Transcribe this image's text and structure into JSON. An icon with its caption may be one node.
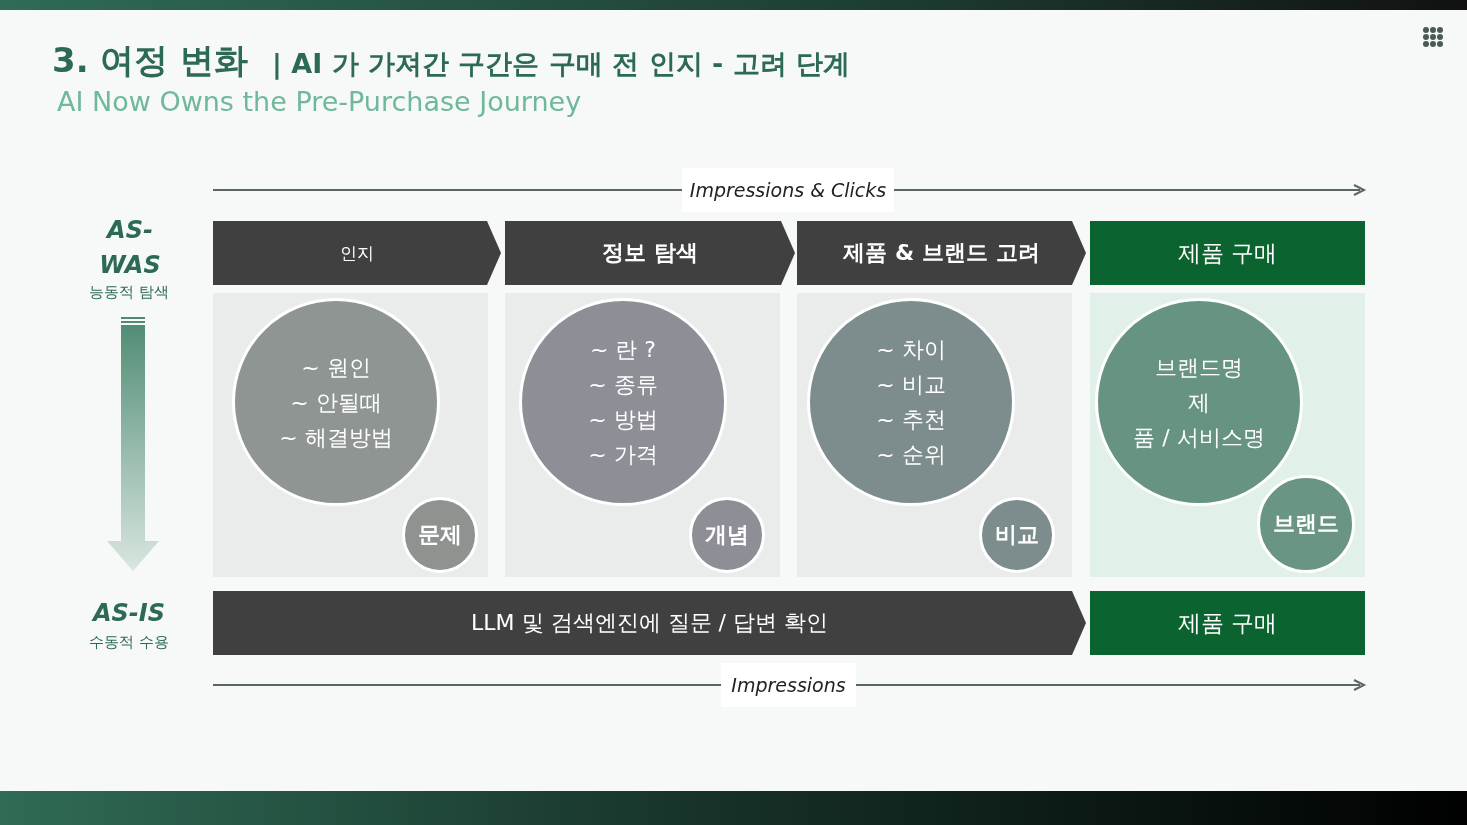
{
  "diagram": {
    "title": "3.  여정 변화",
    "nodes": [
      {
        "text": [
          "인지"
        ]
      },
      {
        "text": [
          "정보 탐색"
        ]
      },
      {
        "text": [
          "제품  &  브랜드 고려"
        ]
      },
      {
        "text": [
          "제품 구매"
        ]
      },
      {
        "text": [],
        "shape": "box"
      },
      {
        "text": [
          "~ 원인",
          "~ 안될때",
          "~ 해결방법"
        ],
        "in": 4
      },
      {
        "text": [
          "문제"
        ],
        "in": 4
      },
      {
        "text": [],
        "shape": "box"
      },
      {
        "text": [
          "~ 란 ?",
          "~ 종류",
          "~ 방법",
          "~ 가격"
        ],
        "in": 7
      },
      {
        "text": [
          "개념"
        ],
        "in": 7
      },
      {
        "text": [],
        "shape": "box"
      },
      {
        "text": [
          "~ 차이",
          "~ 비교",
          "~ 추천",
          "~ 순위"
        ],
        "in": 10
      },
      {
        "text": [
          "비교"
        ],
        "in": 10
      },
      {
        "text": [],
        "shape": "box"
      },
      {
        "text": [
          "브랜드명",
          "제",
          "품 / 서비스명"
        ],
        "in": 13
      },
      {
        "text": [
          "브랜드"
        ],
        "in": 13
      },
      {
        "text": [
          "LLM  및 검색엔진에 질문 / 답변 확인"
        ]
      },
      {
        "text": [
          "제품 구매"
        ]
      }
    ],
    "labels": [
      "| AI 가 가져간 구간은 구매 전 인지 - 고려 단계",
      "AI Now Owns the Pre-Purchase Journey",
      "Impressions & Clicks",
      "AS-WAS",
      "능동적 탐색",
      "AS-IS",
      "수동적 수용",
      "Impressions"
    ]
  }
}
